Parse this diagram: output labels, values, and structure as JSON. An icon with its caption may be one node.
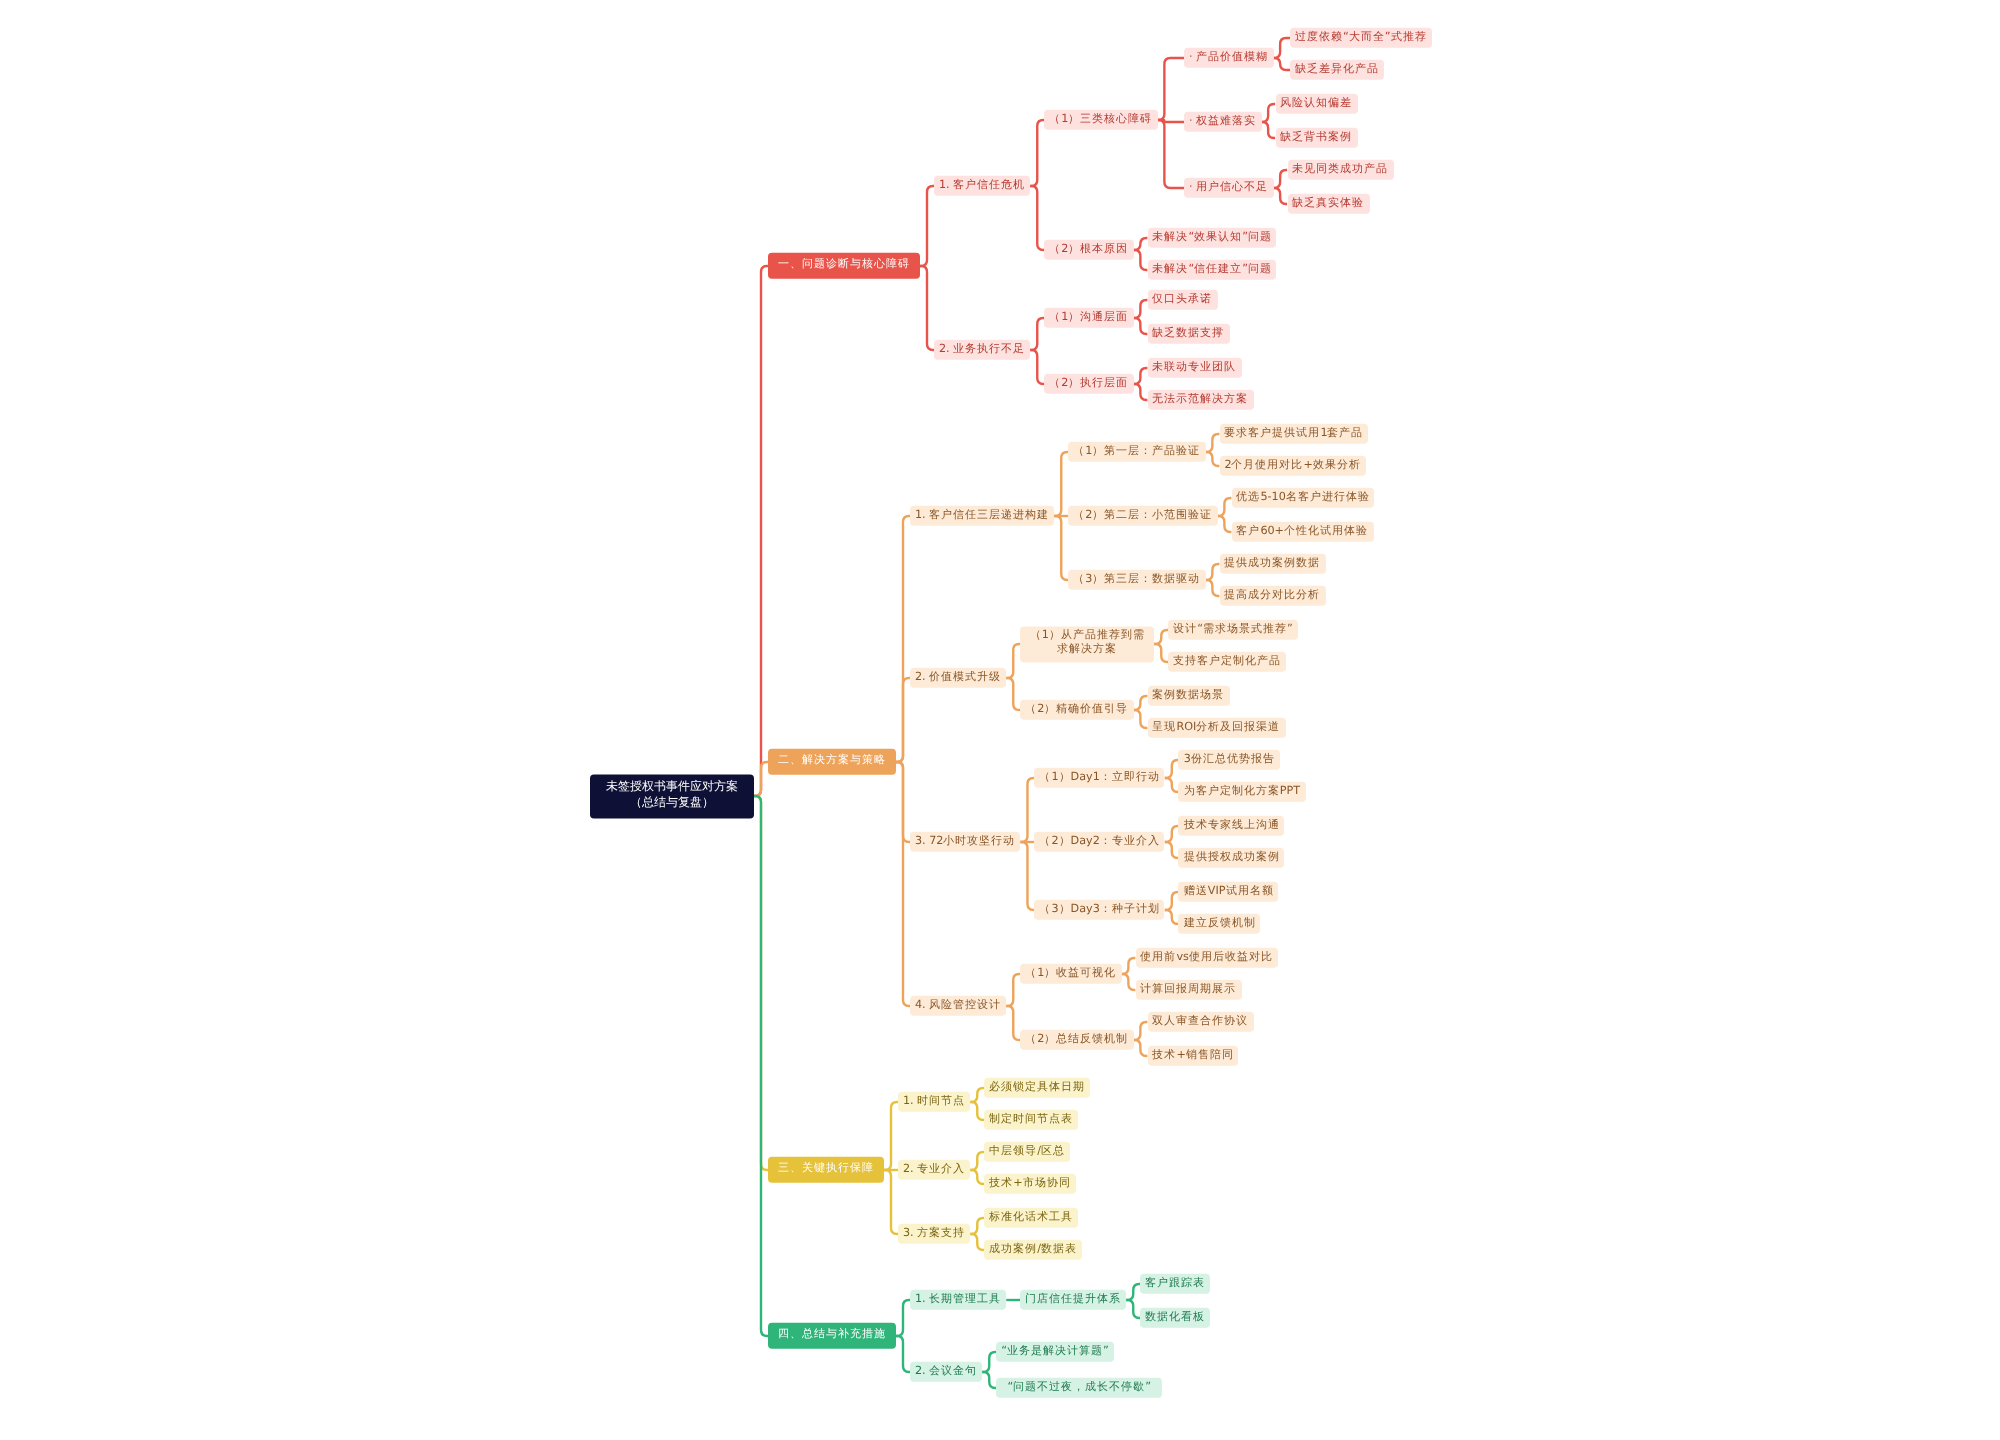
{
  "diagram": {
    "nodes": [
      {
        "text": [
          "未签授权书事件应对方案（总结与复盘）"
        ]
      },
      {
        "text": [
          "一、问题诊断与核心障碍"
        ]
      },
      {
        "text": [
          "1. 客户信任危机"
        ]
      },
      {
        "text": [
          "（1）三类核心障碍"
        ]
      },
      {
        "text": [
          "· 产品价值模糊"
        ]
      },
      {
        "text": [
          "过度依赖“大而全”式推荐"
        ]
      },
      {
        "text": [
          "缺乏差异化产品"
        ]
      },
      {
        "text": [
          "· 权益难落实"
        ]
      },
      {
        "text": [
          "风险认知偏差"
        ]
      },
      {
        "text": [
          "缺乏背书案例"
        ]
      },
      {
        "text": [
          "· 用户信心不足"
        ]
      },
      {
        "text": [
          "未见同类成功产品"
        ]
      },
      {
        "text": [
          "缺乏真实体验"
        ]
      },
      {
        "text": [
          "（2）根本原因"
        ]
      },
      {
        "text": [
          "未解决“效果认知”问题"
        ]
      },
      {
        "text": [
          "未解决“信任建立”问题"
        ]
      },
      {
        "text": [
          "2. 业务执行不足"
        ]
      },
      {
        "text": [
          "（1）沟通层面"
        ]
      },
      {
        "text": [
          "仅口头承诺"
        ]
      },
      {
        "text": [
          "缺乏数据支撑"
        ]
      },
      {
        "text": [
          "（2）执行层面"
        ]
      },
      {
        "text": [
          "未联动专业团队"
        ]
      },
      {
        "text": [
          "无法示范解决方案"
        ]
      },
      {
        "text": [
          "二、解决方案与策略"
        ]
      },
      {
        "text": [
          "1. 客户信任三层递进构建"
        ]
      },
      {
        "text": [
          "（1）第一层：产品验证"
        ]
      },
      {
        "text": [
          "要求客户提供试用1套产品"
        ]
      },
      {
        "text": [
          "2个月使用对比+效果分析"
        ]
      },
      {
        "text": [
          "（2）第二层：小范围验证"
        ]
      },
      {
        "text": [
          "优选5-10名客户进行体验"
        ]
      },
      {
        "text": [
          "客户60+个性化试用体验"
        ]
      },
      {
        "text": [
          "（3）第三层：数据驱动"
        ]
      },
      {
        "text": [
          "提供成功案例数据"
        ]
      },
      {
        "text": [
          "提高成分对比分析"
        ]
      },
      {
        "text": [
          "2. 价值模式升级"
        ]
      },
      {
        "text": [
          "（1）从产品推荐到需求解决方案"
        ]
      },
      {
        "text": [
          "设计“需求场景式推荐”"
        ]
      },
      {
        "text": [
          "支持客户定制化产品"
        ]
      },
      {
        "text": [
          "（2）精确价值引导"
        ]
      },
      {
        "text": [
          "案例数据场景"
        ]
      },
      {
        "text": [
          "呈现ROI分析及回报渠道"
        ]
      },
      {
        "text": [
          "3. 72小时攻坚行动"
        ]
      },
      {
        "text": [
          "（1）Day1：立即行动"
        ]
      },
      {
        "text": [
          "3份汇总优势报告"
        ]
      },
      {
        "text": [
          "为客户定制化方案PPT"
        ]
      },
      {
        "text": [
          "（2）Day2：专业介入"
        ]
      },
      {
        "text": [
          "技术专家线上沟通"
        ]
      },
      {
        "text": [
          "提供授权成功案例"
        ]
      },
      {
        "text": [
          "（3）Day3：种子计划"
        ]
      },
      {
        "text": [
          "赠送VIP试用名额"
        ]
      },
      {
        "text": [
          "建立反馈机制"
        ]
      },
      {
        "text": [
          "4. 风险管控设计"
        ]
      },
      {
        "text": [
          "（1）收益可视化"
        ]
      },
      {
        "text": [
          "使用前vs使用后收益对比"
        ]
      },
      {
        "text": [
          "计算回报周期展示"
        ]
      },
      {
        "text": [
          "（2）总结反馈机制"
        ]
      },
      {
        "text": [
          "双人审查合作协议"
        ]
      },
      {
        "text": [
          "技术+销售陪同"
        ]
      },
      {
        "text": [
          "三、关键执行保障"
        ]
      },
      {
        "text": [
          "1. 时间节点"
        ]
      },
      {
        "text": [
          "必须锁定具体日期"
        ]
      },
      {
        "text": [
          "制定时间节点表"
        ]
      },
      {
        "text": [
          "2. 专业介入"
        ]
      },
      {
        "text": [
          "中层领导/区总"
        ]
      },
      {
        "text": [
          "技术+市场协同"
        ]
      },
      {
        "text": [
          "3. 方案支持"
        ]
      },
      {
        "text": [
          "标准化话术工具"
        ]
      },
      {
        "text": [
          "成功案例/数据表"
        ]
      },
      {
        "text": [
          "四、总结与补充措施"
        ]
      },
      {
        "text": [
          "1. 长期管理工具"
        ]
      },
      {
        "text": [
          "门店信任提升体系"
        ]
      },
      {
        "text": [
          "客户跟踪表"
        ]
      },
      {
        "text": [
          "数据化看板"
        ]
      },
      {
        "text": [
          "2. 会议金句"
        ]
      },
      {
        "text": [
          "“业务是解决计算题”"
        ]
      },
      {
        "text": [
          "“问题不过夜，成长不停歇”"
        ]
      }
    ],
    "edges": [
      {
        "from": 0,
        "to": 1,
        "arrow": "none",
        "color": "#e8534a"
      },
      {
        "from": 1,
        "to": 2,
        "arrow": "none",
        "color": "#e8534a"
      },
      {
        "from": 2,
        "to": 3,
        "arrow": "none",
        "color": "#e8534a"
      },
      {
        "from": 3,
        "to": 4,
        "arrow": "none",
        "color": "#e8534a"
      },
      {
        "from": 4,
        "to": 5,
        "arrow": "none",
        "color": "#e8534a"
      },
      {
        "from": 4,
        "to": 6,
        "arrow": "none",
        "color": "#e8534a"
      },
      {
        "from": 3,
        "to": 7,
        "arrow": "none",
        "color": "#e8534a"
      },
      {
        "from": 7,
        "to": 8,
        "arrow": "none",
        "color": "#e8534a"
      },
      {
        "from": 7,
        "to": 9,
        "arrow": "none",
        "color": "#e8534a"
      },
      {
        "from": 3,
        "to": 10,
        "arrow": "none",
        "color": "#e8534a"
      },
      {
        "from": 10,
        "to": 11,
        "arrow": "none",
        "color": "#e8534a"
      },
      {
        "from": 10,
        "to": 12,
        "arrow": "none",
        "color": "#e8534a"
      },
      {
        "from": 2,
        "to": 13,
        "arrow": "none",
        "color": "#e8534a"
      },
      {
        "from": 13,
        "to": 14,
        "arrow": "none",
        "color": "#e8534a"
      },
      {
        "from": 13,
        "to": 15,
        "arrow": "none",
        "color": "#e8534a"
      },
      {
        "from": 1,
        "to": 16,
        "arrow": "none",
        "color": "#e8534a"
      },
      {
        "from": 16,
        "to": 17,
        "arrow": "none",
        "color": "#e8534a"
      },
      {
        "from": 17,
        "to": 18,
        "arrow": "none",
        "color": "#e8534a"
      },
      {
        "from": 17,
        "to": 19,
        "arrow": "none",
        "color": "#e8534a"
      },
      {
        "from": 16,
        "to": 20,
        "arrow": "none",
        "color": "#e8534a"
      },
      {
        "from": 20,
        "to": 21,
        "arrow": "none",
        "color": "#e8534a"
      },
      {
        "from": 20,
        "to": 22,
        "arrow": "none",
        "color": "#e8534a"
      },
      {
        "from": 0,
        "to": 23,
        "arrow": "none"
      },
      {
        "from": 23,
        "to": 24,
        "arrow": "none"
      },
      {
        "from": 24,
        "to": 25,
        "arrow": "none"
      },
      {
        "from": 25,
        "to": 26,
        "arrow": "none"
      },
      {
        "from": 25,
        "to": 27,
        "arrow": "none"
      },
      {
        "from": 24,
        "to": 28,
        "arrow": "none"
      },
      {
        "from": 28,
        "to": 29,
        "arrow": "none"
      },
      {
        "from": 28,
        "to": 30,
        "arrow": "none"
      },
      {
        "from": 24,
        "to": 31,
        "arrow": "none"
      },
      {
        "from": 31,
        "to": 32,
        "arrow": "none"
      },
      {
        "from": 31,
        "to": 33,
        "arrow": "none"
      },
      {
        "from": 23,
        "to": 34,
        "arrow": "none"
      },
      {
        "from": 34,
        "to": 35,
        "arrow": "none"
      },
      {
        "from": 35,
        "to": 36,
        "arrow": "none"
      },
      {
        "from": 35,
        "to": 37,
        "arrow": "none"
      },
      {
        "from": 34,
        "to": 38,
        "arrow": "none"
      },
      {
        "from": 38,
        "to": 39,
        "arrow": "none"
      },
      {
        "from": 38,
        "to": 40,
        "arrow": "none"
      },
      {
        "from": 23,
        "to": 41,
        "arrow": "none"
      },
      {
        "from": 41,
        "to": 42,
        "arrow": "none"
      },
      {
        "from": 42,
        "to": 43,
        "arrow": "none"
      },
      {
        "from": 42,
        "to": 44,
        "arrow": "none"
      },
      {
        "from": 41,
        "to": 45,
        "arrow": "none"
      },
      {
        "from": 45,
        "to": 46,
        "arrow": "none"
      },
      {
        "from": 45,
        "to": 47,
        "arrow": "none"
      },
      {
        "from": 41,
        "to": 48,
        "arrow": "none"
      },
      {
        "from": 48,
        "to": 49,
        "arrow": "none"
      },
      {
        "from": 48,
        "to": 50,
        "arrow": "none"
      },
      {
        "from": 23,
        "to": 51,
        "arrow": "none"
      },
      {
        "from": 51,
        "to": 52,
        "arrow": "none"
      },
      {
        "from": 52,
        "to": 53,
        "arrow": "none"
      },
      {
        "from": 52,
        "to": 54,
        "arrow": "none"
      },
      {
        "from": 51,
        "to": 55,
        "arrow": "none"
      },
      {
        "from": 55,
        "to": 56,
        "arrow": "none"
      },
      {
        "from": 55,
        "to": 57,
        "arrow": "none"
      },
      {
        "from": 0,
        "to": 58,
        "arrow": "none",
        "color": "#e6c13a"
      },
      {
        "from": 58,
        "to": 59,
        "arrow": "none",
        "color": "#e6c13a"
      },
      {
        "from": 59,
        "to": 60,
        "arrow": "none",
        "color": "#e6c13a"
      },
      {
        "from": 59,
        "to": 61,
        "arrow": "none",
        "color": "#e6c13a"
      },
      {
        "from": 58,
        "to": 62,
        "arrow": "none",
        "color": "#e6c13a"
      },
      {
        "from": 62,
        "to": 63,
        "arrow": "none",
        "color": "#e6c13a"
      },
      {
        "from": 62,
        "to": 64,
        "arrow": "none",
        "color": "#e6c13a"
      },
      {
        "from": 58,
        "to": 65,
        "arrow": "none",
        "color": "#e6c13a"
      },
      {
        "from": 65,
        "to": 66,
        "arrow": "none",
        "color": "#e6c13a"
      },
      {
        "from": 65,
        "to": 67,
        "arrow": "none",
        "color": "#e6c13a"
      },
      {
        "from": 0,
        "to": 68,
        "arrow": "none",
        "color": "#2fb57a"
      },
      {
        "from": 68,
        "to": 69,
        "arrow": "none",
        "color": "#2fb57a"
      },
      {
        "from": 69,
        "to": 70,
        "arrow": "none",
        "color": "#2fb57a"
      },
      {
        "from": 70,
        "to": 71,
        "arrow": "none",
        "color": "#2fb57a"
      },
      {
        "from": 70,
        "to": 72,
        "arrow": "none",
        "color": "#2fb57a"
      },
      {
        "from": 68,
        "to": 73,
        "arrow": "none",
        "color": "#2fb57a"
      },
      {
        "from": 73,
        "to": 74,
        "arrow": "none",
        "color": "#2fb57a"
      },
      {
        "from": 73,
        "to": 75,
        "arrow": "none",
        "color": "#2fb57a"
      }
    ]
  }
}
